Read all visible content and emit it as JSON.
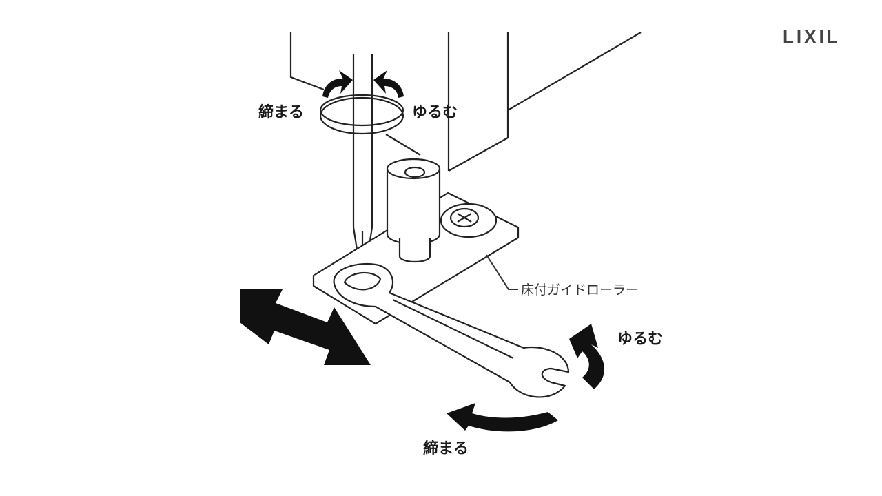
{
  "brand": {
    "logo": "LIXIL"
  },
  "labels": {
    "screwdriver_tighten": "締まる",
    "screwdriver_loosen": "ゆるむ",
    "wrench_loosen": "ゆるむ",
    "wrench_tighten": "締まる",
    "part_name": "床付ガイドローラー"
  },
  "colors": {
    "ink": "#111111",
    "background": "#ffffff"
  }
}
